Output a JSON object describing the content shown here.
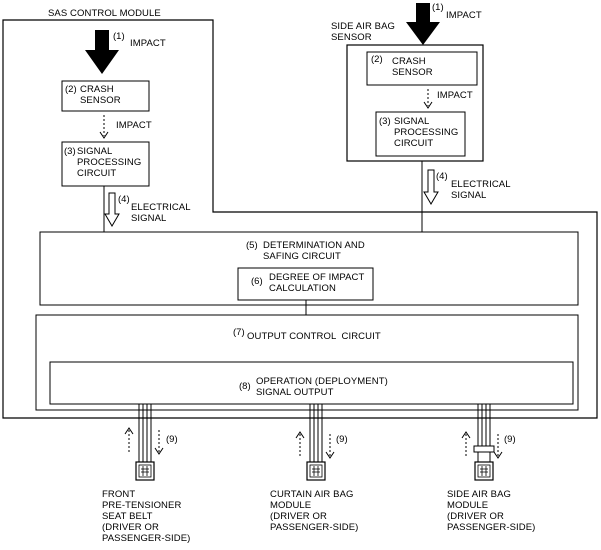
{
  "module": {
    "title": "SAS CONTROL MODULE"
  },
  "impact_left": {
    "num": "(1)",
    "label": "IMPACT"
  },
  "impact_right": {
    "num": "(1)",
    "label": "IMPACT"
  },
  "side_sensor": {
    "title": "SIDE AIR BAG\nSENSOR"
  },
  "crash_sensor_left": {
    "num": "(2)",
    "label": "CRASH\nSENSOR"
  },
  "crash_sensor_right": {
    "num": "(2)",
    "label": "CRASH\nSENSOR"
  },
  "impact_arrow_left": {
    "label": "IMPACT"
  },
  "impact_arrow_right": {
    "label": "IMPACT"
  },
  "signal_proc_left": {
    "num": "(3)",
    "label": "SIGNAL\nPROCESSING\nCIRCUIT"
  },
  "signal_proc_right": {
    "num": "(3)",
    "label": "SIGNAL\nPROCESSING\nCIRCUIT"
  },
  "elec_left": {
    "num": "(4)",
    "label": "ELECTRICAL\nSIGNAL"
  },
  "elec_right": {
    "num": "(4)",
    "label": "ELECTRICAL\nSIGNAL"
  },
  "determination": {
    "num": "(5)",
    "label": "DETERMINATION AND\nSAFING CIRCUIT"
  },
  "degree": {
    "num": "(6)",
    "label": "DEGREE OF IMPACT\nCALCULATION"
  },
  "output_control": {
    "num": "(7)",
    "label": "OUTPUT CONTROL  CIRCUIT"
  },
  "operation": {
    "num": "(8)",
    "label": "OPERATION (DEPLOYMENT)\nSIGNAL OUTPUT"
  },
  "outputs": [
    {
      "num": "(9)",
      "label": "FRONT\nPRE-TENSIONER\nSEAT BELT\n(DRIVER OR\nPASSENGER-SIDE)"
    },
    {
      "num": "(9)",
      "label": "CURTAIN AIR BAG\nMODULE\n(DRIVER OR\nPASSENGER-SIDE)"
    },
    {
      "num": "(9)",
      "label": "SIDE AIR BAG\nMODULE\n(DRIVER OR\nPASSENGER-SIDE)"
    }
  ]
}
